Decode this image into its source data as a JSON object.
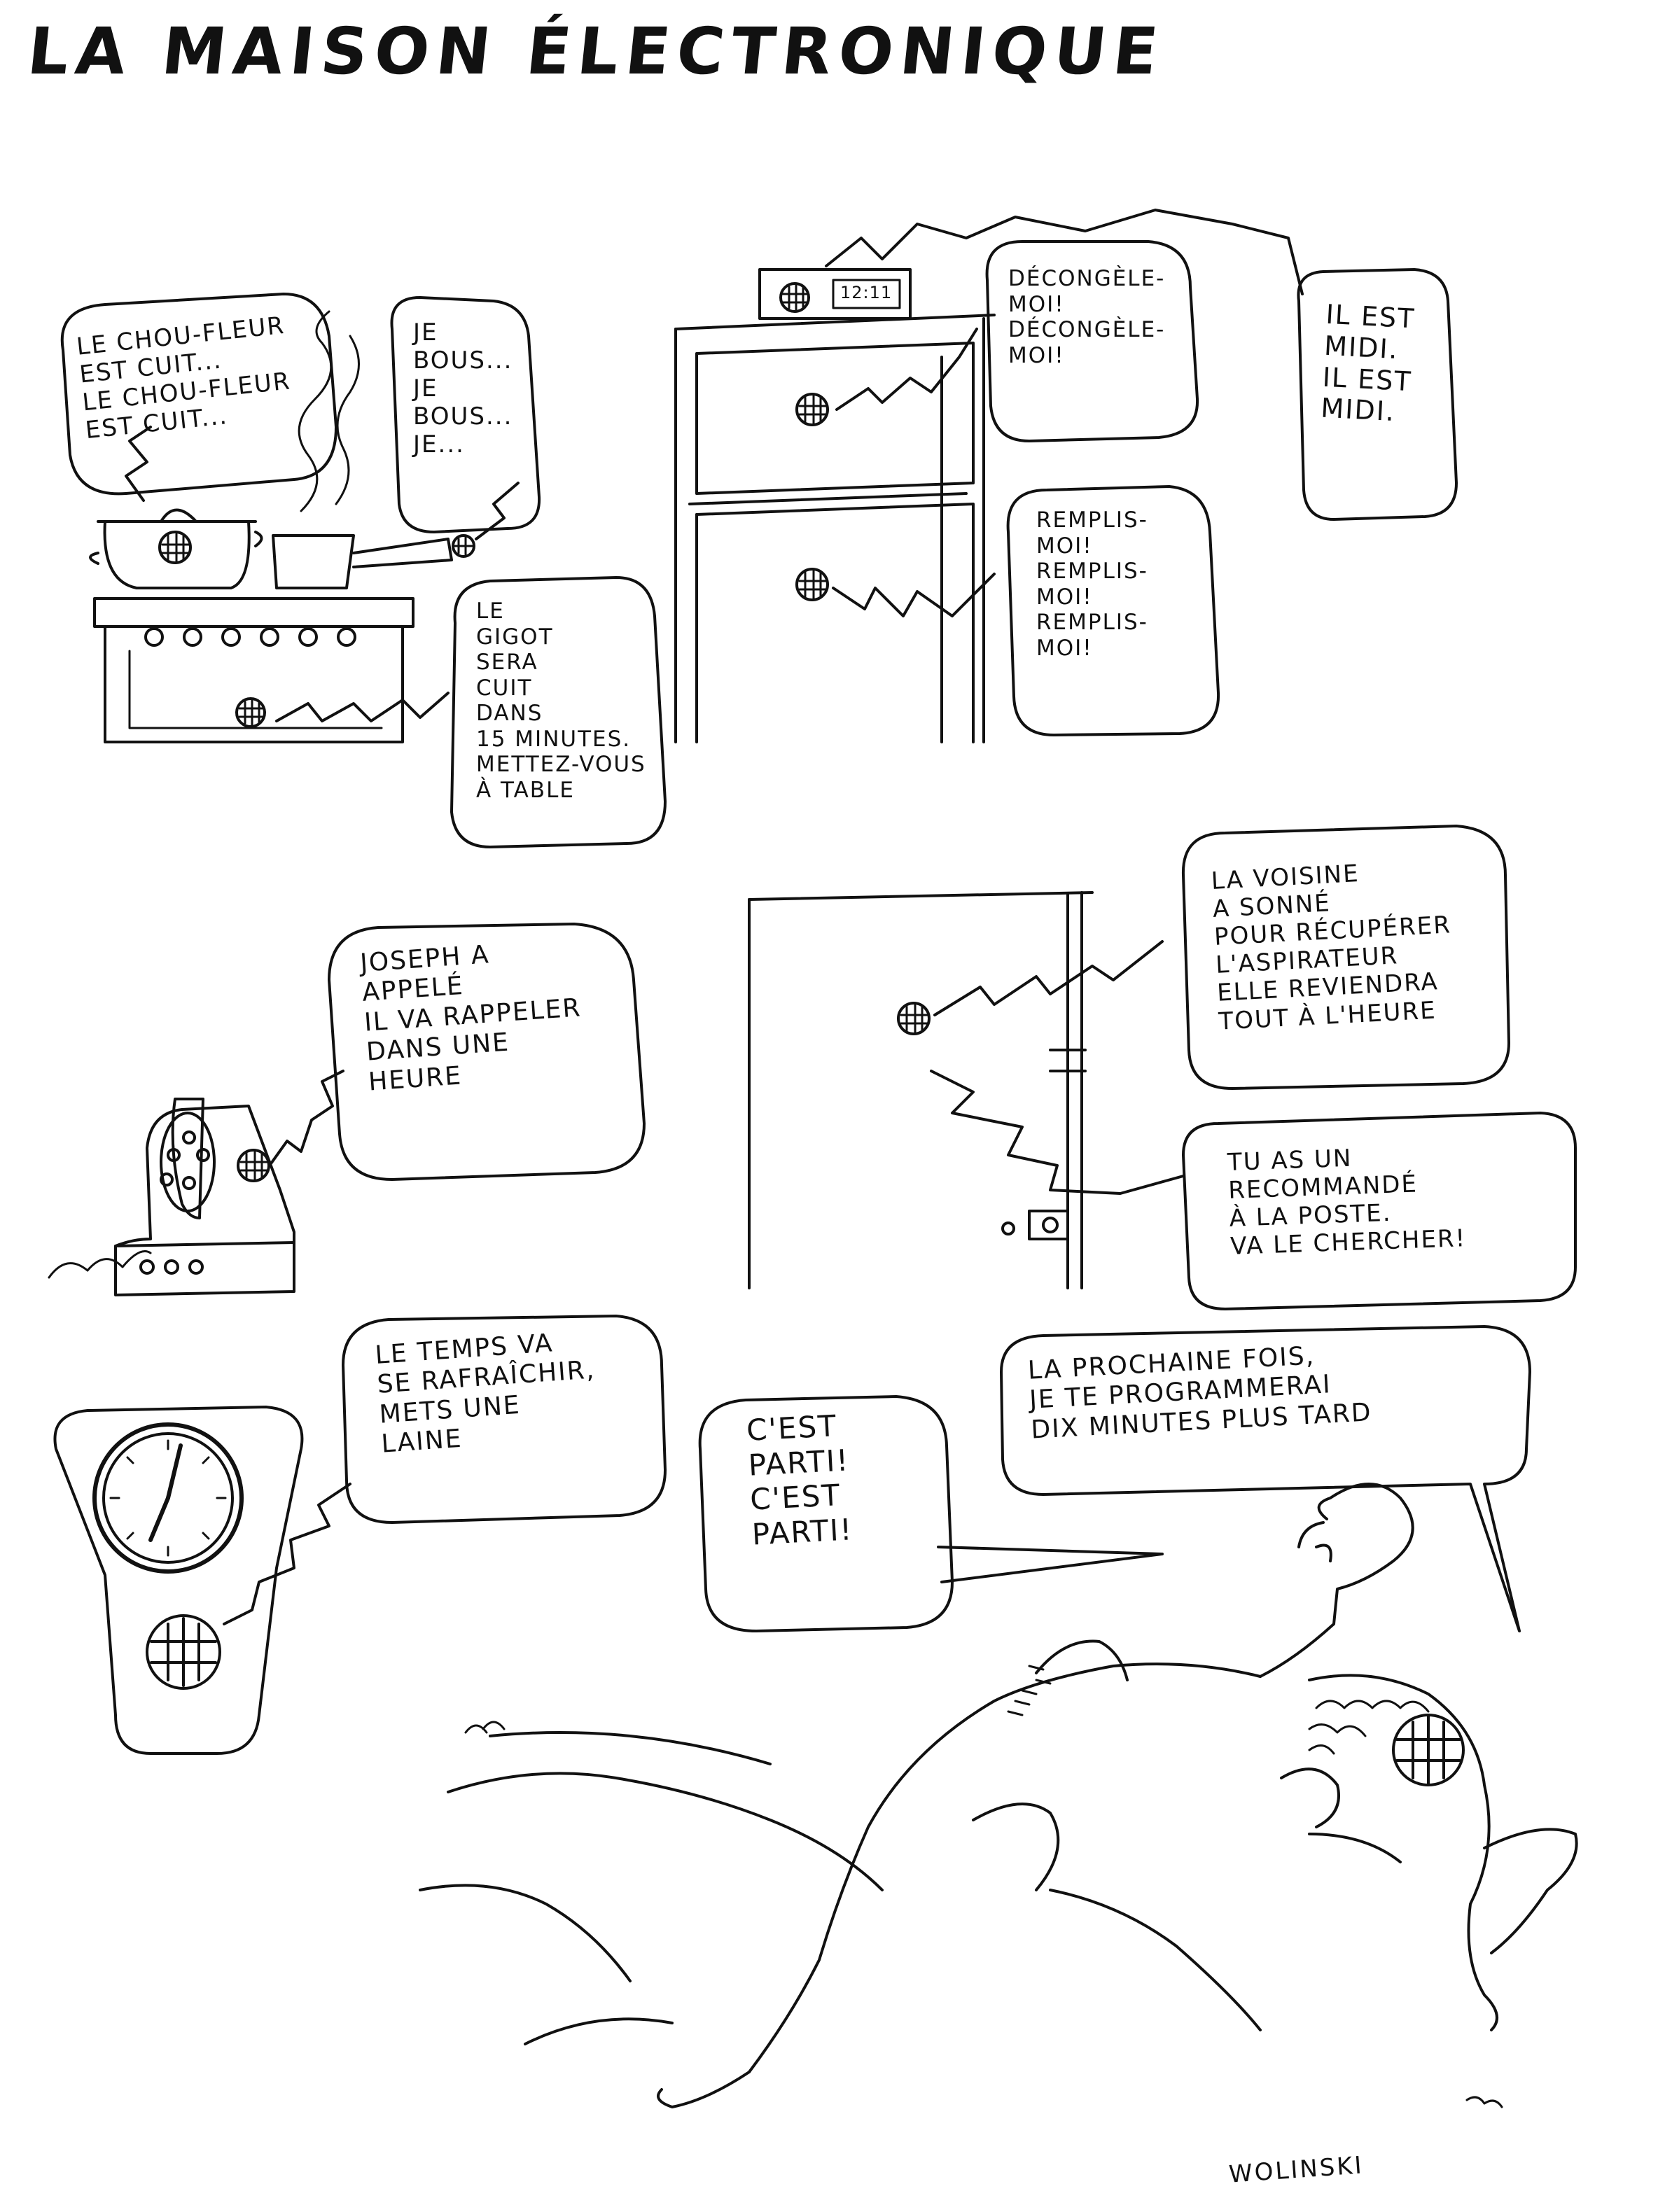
{
  "title": "LA MAISON ÉLECTRONIQUE",
  "bubbles": {
    "chou_fleur": "LE CHOU-FLEUR\nEST CUIT...\nLE CHOU-FLEUR\nEST CUIT...",
    "je_bous": "JE\nBOUS...\nJE\nBOUS...\nJE...",
    "gigot": "LE\nGIGOT\nSERA\nCUIT\nDANS\n15 MINUTES.\nMETTEZ-VOUS\nÀ TABLE",
    "decongele": "DÉCONGÈLE-\nMOI!\nDÉCONGÈLE-\nMOI!",
    "il_est_midi": "IL EST\nMIDI.\nIL EST\nMIDI.",
    "remplis": "REMPLIS-\nMOI!\nREMPLIS-\nMOI!\nREMPLIS-\nMOI!",
    "joseph": "JOSEPH A\nAPPELÉ\nIL VA RAPPELER\nDANS UNE\nHEURE",
    "voisine": "LA VOISINE\nA SONNÉ\nPOUR RÉCUPÉRER\nL'ASPIRATEUR\nELLE REVIENDRA\nTOUT À L'HEURE",
    "recommande": "TU AS UN\nRECOMMANDÉ\nÀ LA POSTE.\nVA LE CHERCHER!",
    "temps": "LE TEMPS VA\nSE RAFRAÎCHIR,\nMETS UNE\nLAINE",
    "cest_parti": "C'EST\nPARTI!\nC'EST\nPARTI!",
    "prochaine_fois": "LA PROCHAINE FOIS,\nJE TE PROGRAMMERAI\nDIX MINUTES PLUS TARD"
  },
  "fridge_display": "12:11",
  "signature": "WOLINSKI"
}
